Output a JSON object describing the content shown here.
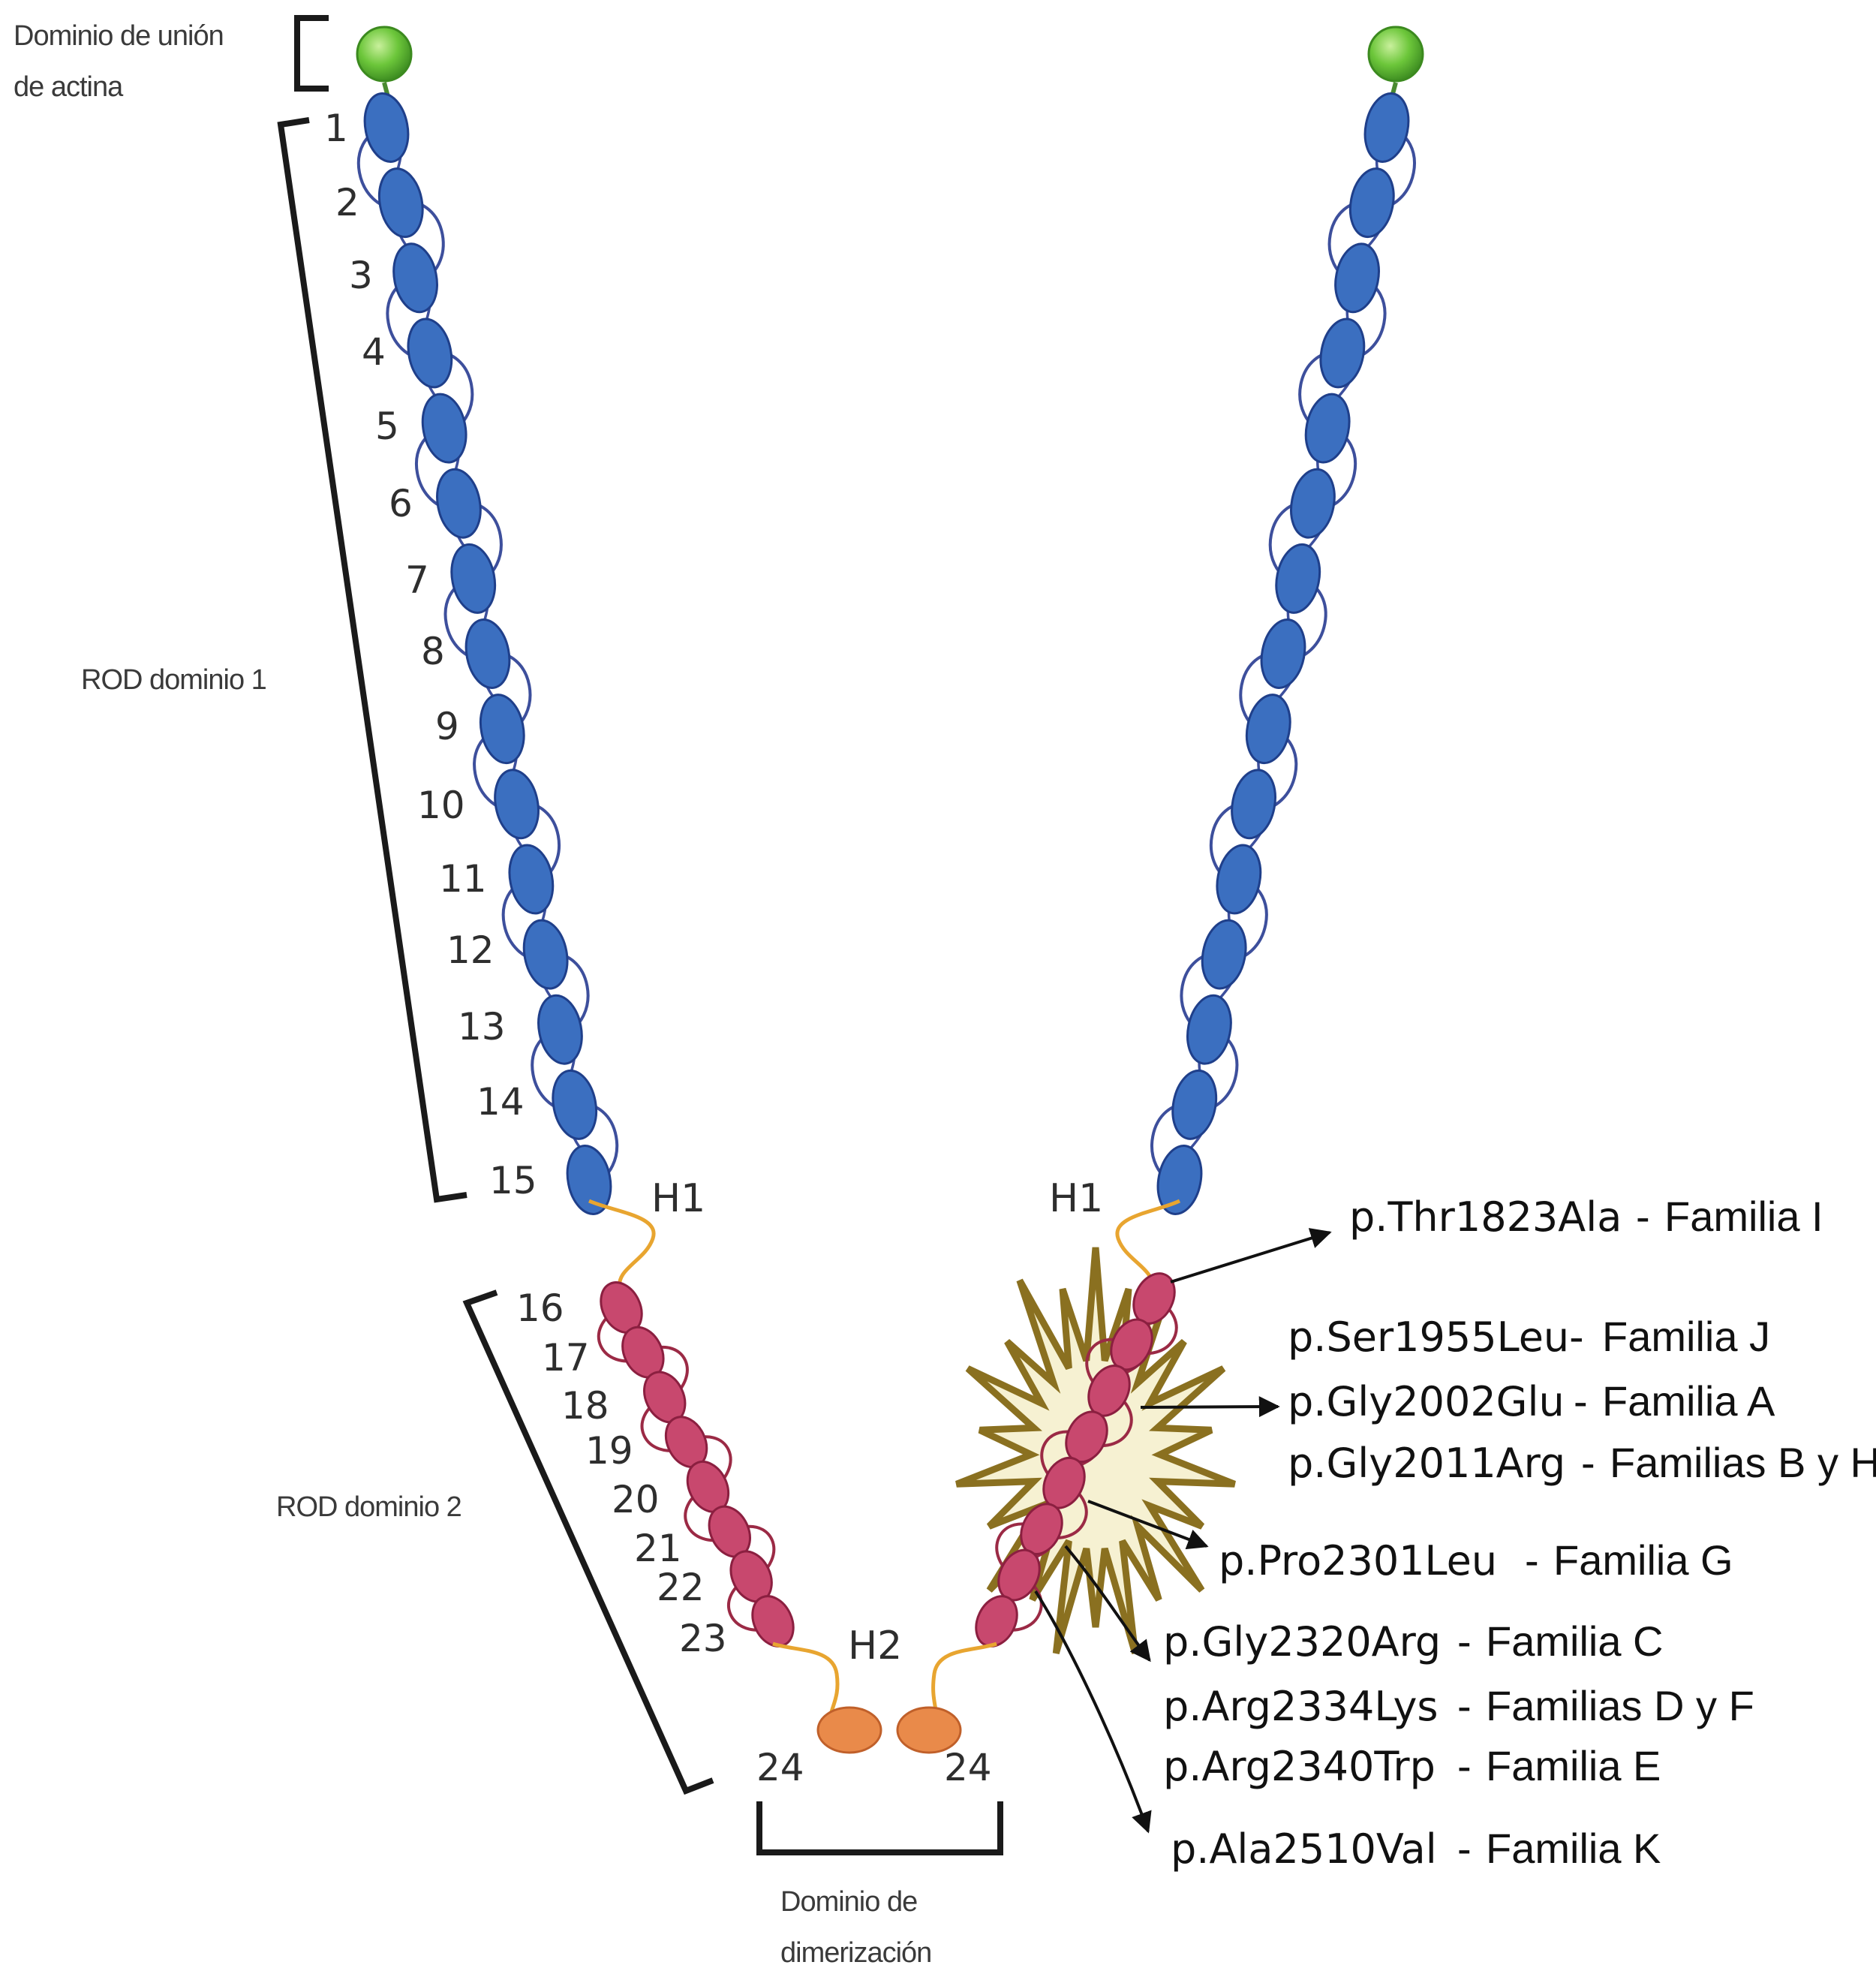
{
  "labels": {
    "actin_domain": [
      "Dominio de unión",
      "de actina"
    ],
    "rod1": "ROD dominio 1",
    "rod2": "ROD dominio 2",
    "dimer_domain": [
      "Dominio de",
      "dimerización"
    ],
    "hinge1": "H1",
    "hinge2": "H2"
  },
  "repeats": [
    "1",
    "2",
    "3",
    "4",
    "5",
    "6",
    "7",
    "8",
    "9",
    "10",
    "11",
    "12",
    "13",
    "14",
    "15",
    "16",
    "17",
    "18",
    "19",
    "20",
    "21",
    "22",
    "23"
  ],
  "dimer_repeat": "24",
  "mutations": [
    {
      "variant": "p.Thr1823Ala",
      "family": "Familia I"
    },
    {
      "variant": "p.Ser1955Leu-",
      "family": "Familia J"
    },
    {
      "variant": "p.Gly2002Glu",
      "family": "Familia A"
    },
    {
      "variant": "p.Gly2011Arg",
      "family": "Familias B y H"
    },
    {
      "variant": "p.Pro2301Leu",
      "family": "Familia G"
    },
    {
      "variant": "p.Gly2320Arg",
      "family": "Familia C"
    },
    {
      "variant": "p.Arg2334Lys",
      "family": "Familias D y F"
    },
    {
      "variant": "p.Arg2340Trp",
      "family": "Familia E"
    },
    {
      "variant": "p.Ala2510Val",
      "family": "Familia K"
    }
  ],
  "colors": {
    "actin": "#6cc63a",
    "rod1": "#3b6fc0",
    "rod1_outline": "#1f3f8a",
    "rod1_loop": "#3d4f9c",
    "rod2": "#c8486e",
    "rod2_outline": "#8b1f40",
    "rod2_loop": "#9b2a45",
    "linker": "#e8a530",
    "dimer": "#e98a4a",
    "burst_fill": "#f6f1d2",
    "burst_stroke": "#8a7020"
  }
}
